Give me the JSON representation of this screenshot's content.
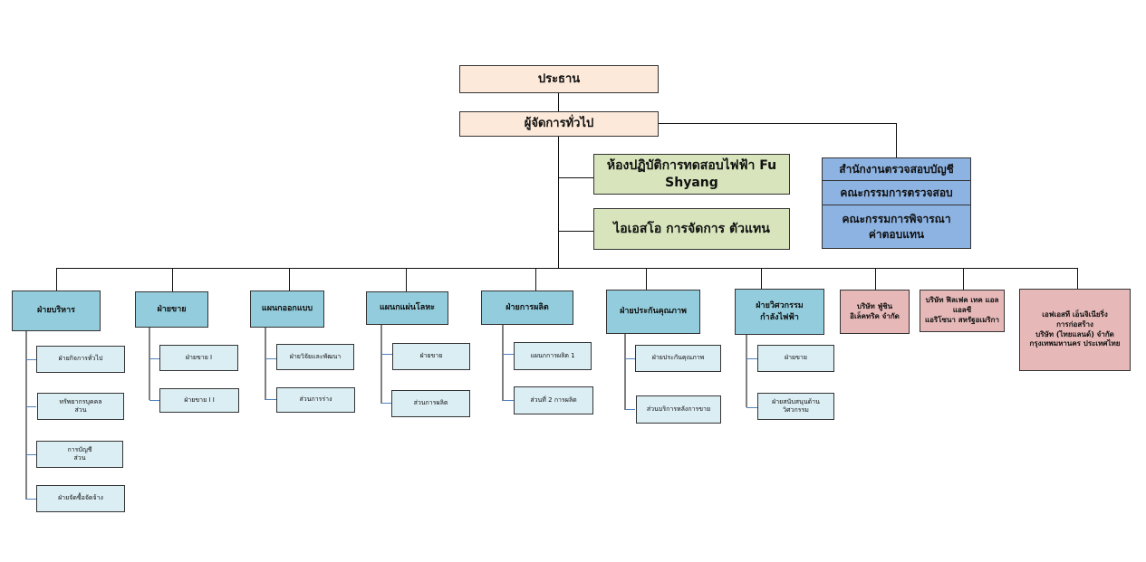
{
  "top": {
    "president": "ประธาน",
    "gm": "ผู้จัดการทั่วไป"
  },
  "staff": {
    "lab": "ห้องปฏิบัติการทดสอบไฟฟ้า Fu\nShyang",
    "iso": "ไอเอสโอ การจัดการ ตัวแทน"
  },
  "audit": [
    "สำนักงานตรวจสอบบัญชี",
    "คณะกรรมการตรวจสอบ",
    "คณะกรรมการพิจารณา\nค่าตอบแทน"
  ],
  "departments": [
    {
      "label": "ฝ่ายบริหาร",
      "subs": [
        "ฝ่ายกิจการทั่วไป",
        "ทรัพยากรบุคคล\nส่วน",
        "การบัญชี\nส่วน",
        "ฝ่ายจัดซื้อจัดจ้าง"
      ]
    },
    {
      "label": "ฝ่ายขาย",
      "subs": [
        "ฝ่ายขาย I",
        "ฝ่ายขาย I I"
      ]
    },
    {
      "label": "แผนกออกแบบ",
      "subs": [
        "ฝ่ายวิจัยและพัฒนา",
        "ส่วนการร่าง"
      ]
    },
    {
      "label": "แผนกแผ่นโลหะ",
      "subs": [
        "ฝ่ายขาย",
        "ส่วนการผลิต"
      ]
    },
    {
      "label": "ฝ่ายการผลิต",
      "subs": [
        "แผนกการผลิต 1",
        "ส่วนที่ 2 การผลิต"
      ]
    },
    {
      "label": "ฝ่ายประกันคุณภาพ",
      "subs": [
        "ฝ่ายประกันคุณภาพ",
        "ส่วนบริการหลังการขาย"
      ]
    },
    {
      "label": "ฝ่ายวิศวกรรม\nกำลังไฟฟ้า",
      "subs": [
        "ฝ่ายขาย",
        "ฝ่ายสนับสนุนด้าน\nวิศวกรรม"
      ]
    }
  ],
  "subsidiaries": [
    "บริษัท ฟู่ชิน\nอิเล็คทริค จำกัด",
    "บริษัท ฟิลเฟค เทค แอล\nแอลซี\nแอริโซนา สหรัฐอเมริกา",
    "เอฟเอสที เอ็นจิเนียริ่ง\nการก่อสร้าง\nบริษัท (ไทยแลนด์) จำกัด\nกรุงเทพมหานคร ประเทศไทย"
  ]
}
